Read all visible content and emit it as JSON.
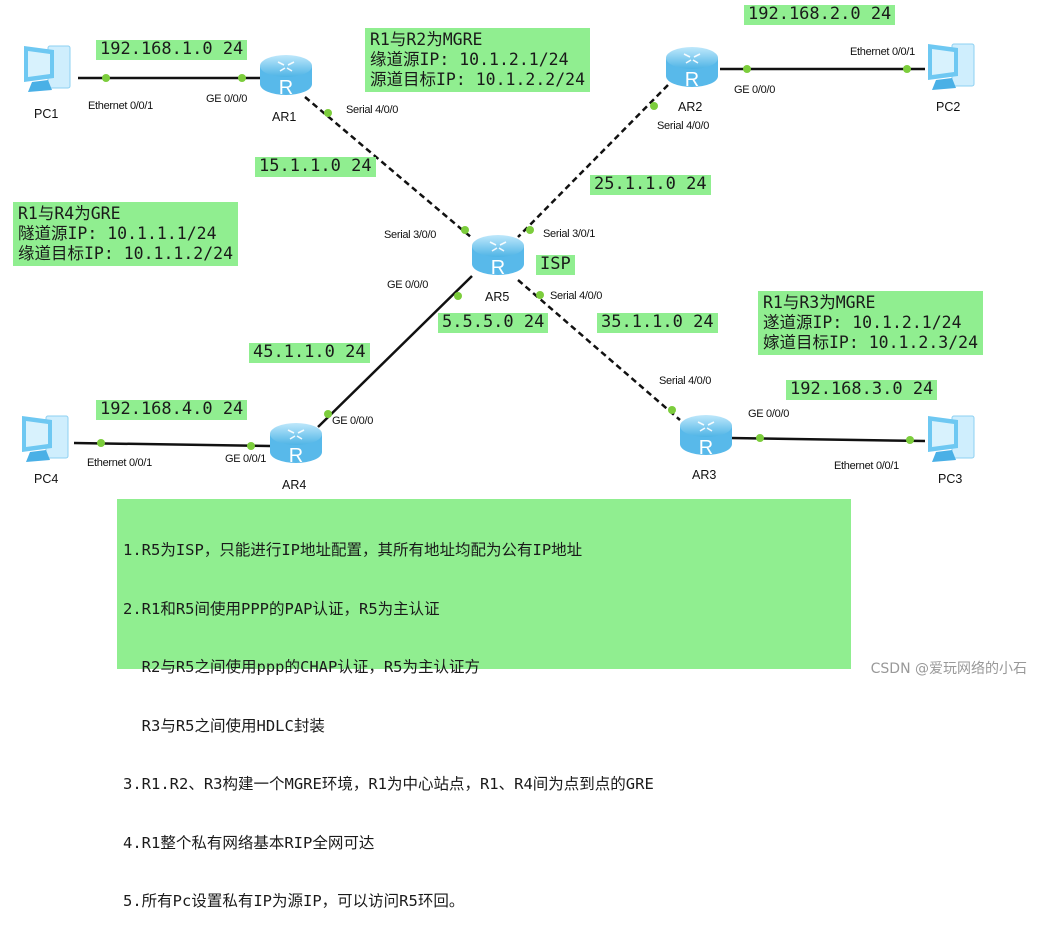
{
  "devices": {
    "pc1": "PC1",
    "pc2": "PC2",
    "pc3": "PC3",
    "pc4": "PC4",
    "ar1": "AR1",
    "ar2": "AR2",
    "ar3": "AR3",
    "ar4": "AR4",
    "ar5": "AR5"
  },
  "ports": {
    "pc1_eth": "Ethernet 0/0/1",
    "ar1_ge": "GE 0/0/0",
    "ar1_serial": "Serial 4/0/0",
    "ar2_ge": "GE 0/0/0",
    "pc2_eth": "Ethernet 0/0/1",
    "ar2_serial": "Serial 4/0/0",
    "ar5_s300": "Serial 3/0/0",
    "ar5_s301": "Serial 3/0/1",
    "ar5_ge": "GE 0/0/0",
    "ar5_s400": "Serial 4/0/0",
    "ar3_serial": "Serial 4/0/0",
    "ar3_ge": "GE 0/0/0",
    "pc3_eth": "Ethernet 0/0/1",
    "ar4_ge000": "GE 0/0/0",
    "ar4_ge001": "GE 0/0/1",
    "pc4_eth": "Ethernet 0/0/1"
  },
  "networks": {
    "lan1": "192.168.1.0 24",
    "lan2": "192.168.2.0 24",
    "lan3": "192.168.3.0 24",
    "lan4": "192.168.4.0 24",
    "wan15": "15.1.1.0 24",
    "wan25": "25.1.1.0 24",
    "wan35": "35.1.1.0 24",
    "wan45": "45.1.1.0 24",
    "wan5": "5.5.5.0 24",
    "isp": "ISP"
  },
  "tunnels": {
    "r1r2": [
      "R1与R2为MGRE",
      "缘道源IP: 10.1.2.1/24",
      "源道目标IP: 10.1.2.2/24"
    ],
    "r1r4": [
      "R1与R4为GRE",
      "隧道源IP: 10.1.1.1/24",
      "缘道目标IP: 10.1.1.2/24"
    ],
    "r1r3": [
      "R1与R3为MGRE",
      "遂道源IP: 10.1.2.1/24",
      "嫁道目标IP: 10.1.2.3/24"
    ]
  },
  "requirements": [
    "1.R5为ISP，只能进行IP地址配置，其所有地址均配为公有IP地址",
    "2.R1和R5间使用PPP的PAP认证，R5为主认证",
    "  R2与R5之间使用ppp的CHAP认证，R5为主认证方",
    "  R3与R5之间使用HDLC封装",
    "3.R1.R2、R3构建一个MGRE环境，R1为中心站点，R1、R4间为点到点的GRE",
    "4.R1整个私有网络基本RIP全网可达",
    "5.所有Pc设置私有IP为源IP，可以访问R5环回。"
  ],
  "watermark": "CSDN @爱玩网络的小石",
  "colors": {
    "label_bg": "#90ee90",
    "port_dot": "#7ccd3c",
    "router": "#6fc3ec"
  }
}
